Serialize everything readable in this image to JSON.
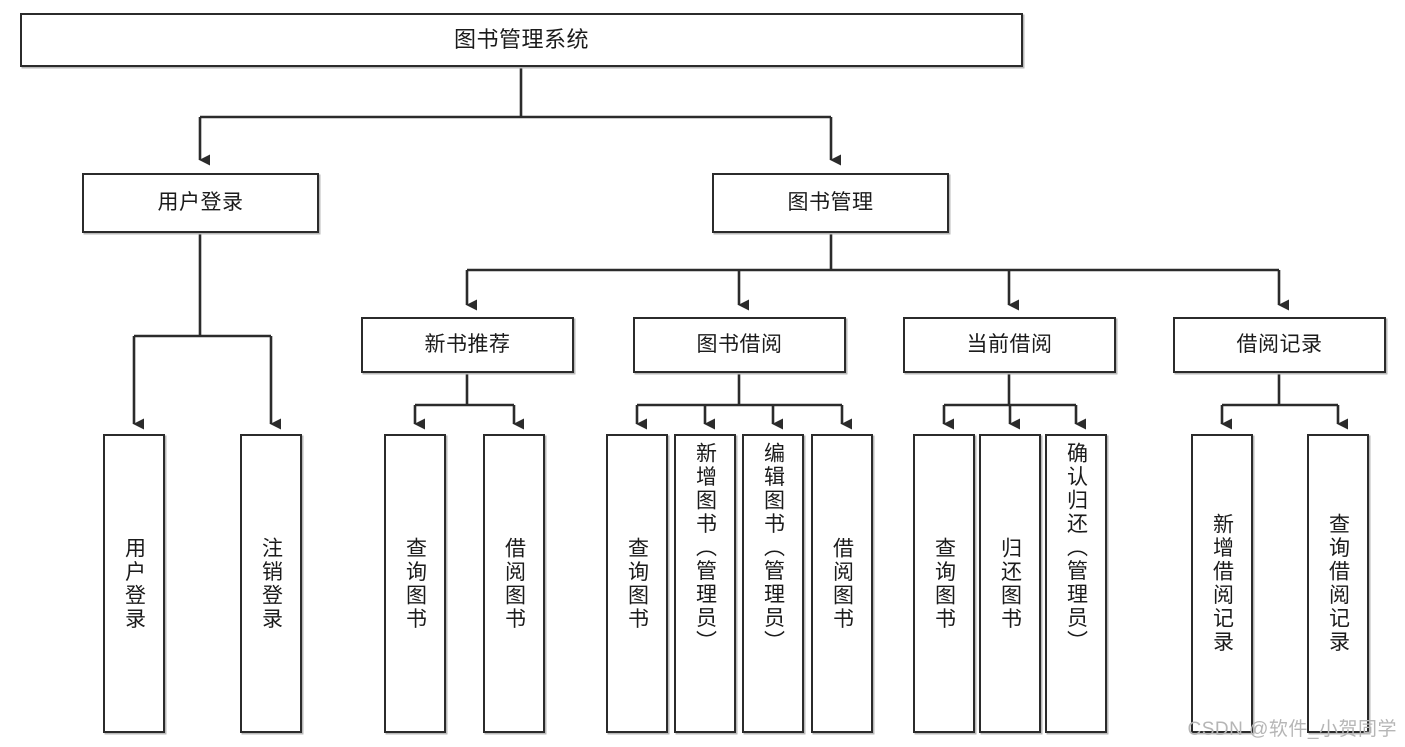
{
  "diagram": {
    "title": "图书管理系统",
    "type": "tree",
    "colors": {
      "box_border": "#2b2b2b",
      "box_fill": "#ffffff",
      "connector": "#2b2b2b",
      "text": "#1b1b1b",
      "watermark": "#b6b6b6"
    },
    "root": {
      "id": "root",
      "label": "图书管理系统"
    },
    "level2": [
      {
        "id": "user-login",
        "label": "用户登录"
      },
      {
        "id": "book-manage",
        "label": "图书管理"
      }
    ],
    "level3": [
      {
        "id": "new-book-rec",
        "label": "新书推荐",
        "parent": "book-manage"
      },
      {
        "id": "book-borrow",
        "label": "图书借阅",
        "parent": "book-manage"
      },
      {
        "id": "current-borrow",
        "label": "当前借阅",
        "parent": "book-manage"
      },
      {
        "id": "borrow-record",
        "label": "借阅记录",
        "parent": "book-manage"
      }
    ],
    "leaves": [
      {
        "id": "leaf-user-login",
        "label": "用户登录",
        "parent": "user-login"
      },
      {
        "id": "leaf-user-logout",
        "label": "注销登录",
        "parent": "user-login"
      },
      {
        "id": "leaf-query-book-1",
        "label": "查询图书",
        "parent": "new-book-rec"
      },
      {
        "id": "leaf-borrow-book-1",
        "label": "借阅图书",
        "parent": "new-book-rec"
      },
      {
        "id": "leaf-query-book-2",
        "label": "查询图书",
        "parent": "book-borrow"
      },
      {
        "id": "leaf-add-book",
        "label": "新增图书（管理员）",
        "parent": "book-borrow"
      },
      {
        "id": "leaf-edit-book",
        "label": "编辑图书（管理员）",
        "parent": "book-borrow"
      },
      {
        "id": "leaf-borrow-book-2",
        "label": "借阅图书",
        "parent": "book-borrow"
      },
      {
        "id": "leaf-query-book-3",
        "label": "查询图书",
        "parent": "current-borrow"
      },
      {
        "id": "leaf-return-book",
        "label": "归还图书",
        "parent": "current-borrow"
      },
      {
        "id": "leaf-confirm-return",
        "label": "确认归还（管理员）",
        "parent": "current-borrow"
      },
      {
        "id": "leaf-add-record",
        "label": "新增借阅记录",
        "parent": "borrow-record"
      },
      {
        "id": "leaf-query-record",
        "label": "查询借阅记录",
        "parent": "borrow-record"
      }
    ]
  },
  "watermark": {
    "text": "CSDN @软件_小贺同学"
  }
}
